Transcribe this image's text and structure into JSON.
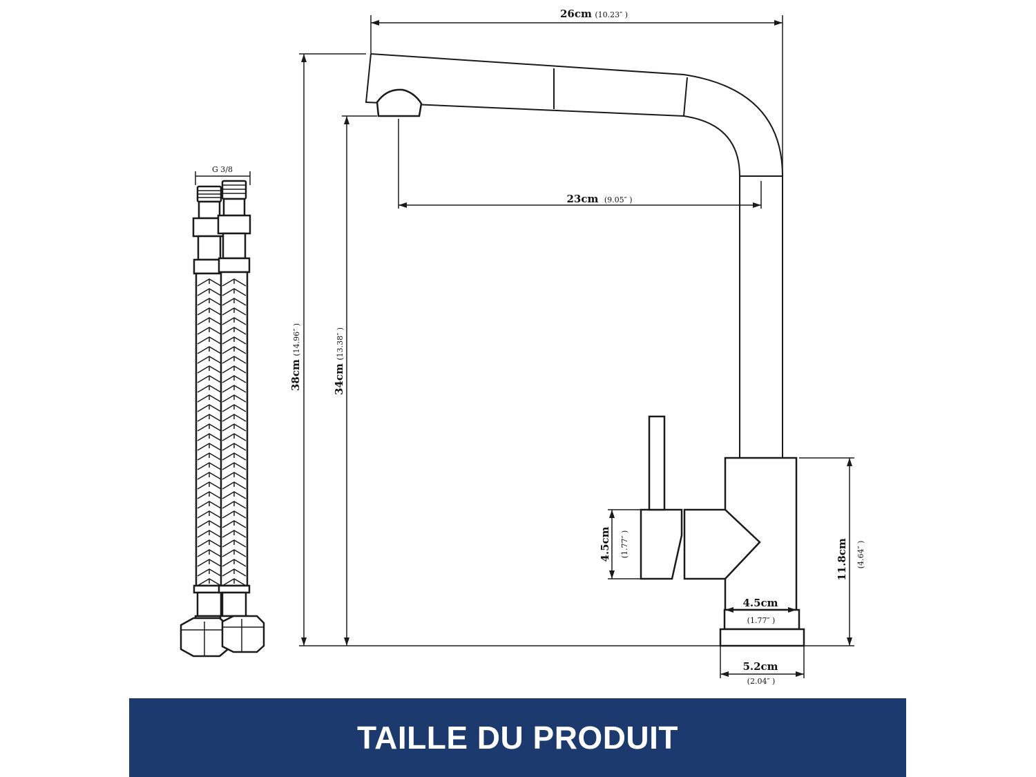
{
  "hose": {
    "thread_label": "G  3/8"
  },
  "dimensions": {
    "total_width": {
      "main": "26cm",
      "sub": "(10.23″ )"
    },
    "reach": {
      "main": "23cm",
      "sub": "(9.05″ )"
    },
    "total_height": {
      "main": "38cm",
      "sub": "(14.96″ )"
    },
    "spout_height": {
      "main": "34cm",
      "sub": "(13.38″ )"
    },
    "handle_height": {
      "main": "4.5cm",
      "sub": "(1.77″ )"
    },
    "body_height": {
      "main": "11.8cm",
      "sub": "(4.64″ )"
    },
    "body_diameter": {
      "main": "4.5cm",
      "sub": "(1.77″ )"
    },
    "base_diameter": {
      "main": "5.2cm",
      "sub": "(2.04″ )"
    }
  },
  "banner": {
    "title": "TAILLE DU PRODUIT"
  },
  "colors": {
    "banner_bg": "#1d3a6e",
    "banner_text": "#ffffff",
    "line": "#1a1a1a"
  }
}
